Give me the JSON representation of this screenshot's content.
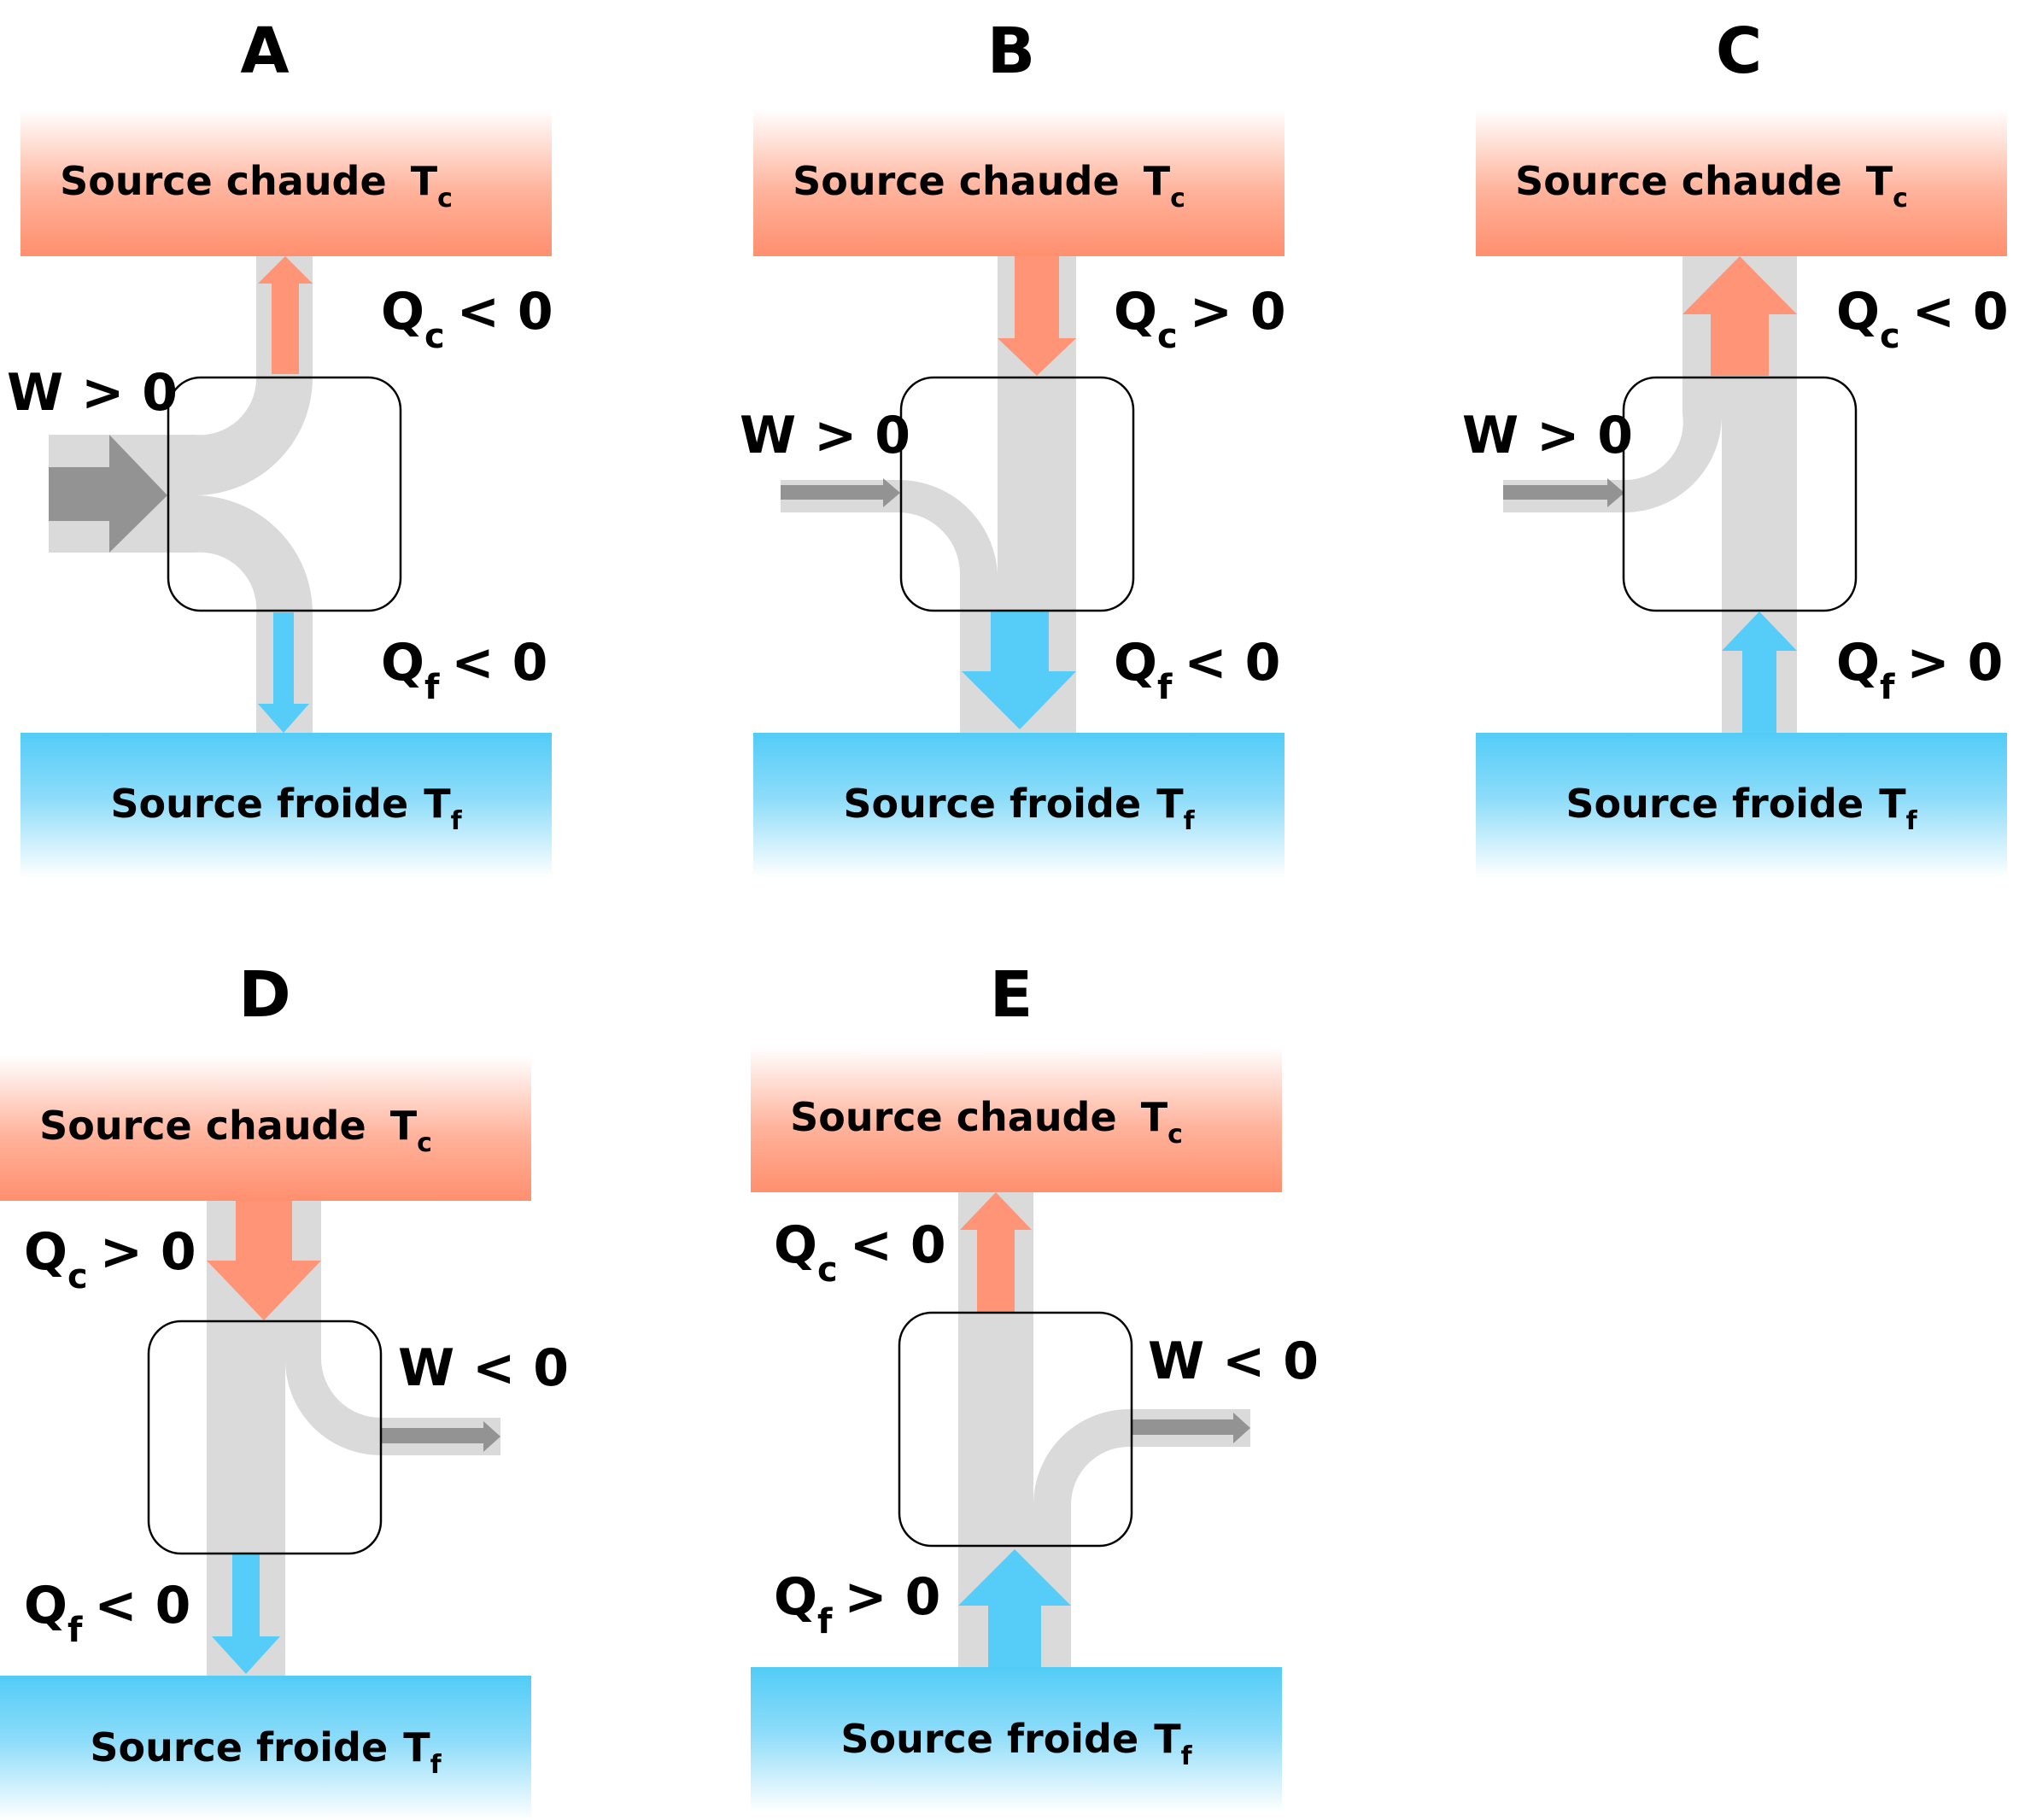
{
  "colors": {
    "hot": "#ff9476",
    "cold": "#55cdf8",
    "work": "#939393",
    "band": "#dadada",
    "engine_border": "#000000"
  },
  "panels": [
    {
      "letter": "A",
      "hot_label": "Source chaude",
      "cold_label": "Source froide",
      "t_hot": "T",
      "t_hot_sub": "c",
      "t_cold": "T",
      "t_cold_sub": "f",
      "qc": {
        "symbol": "Q",
        "sub": "c",
        "relation": "< 0",
        "direction": "to-hot"
      },
      "qf": {
        "symbol": "Q",
        "sub": "f",
        "relation": "< 0",
        "direction": "to-cold"
      },
      "w": {
        "label": "W > 0",
        "direction": "into-engine"
      }
    },
    {
      "letter": "B",
      "hot_label": "Source chaude",
      "cold_label": "Source froide",
      "t_hot": "T",
      "t_hot_sub": "c",
      "t_cold": "T",
      "t_cold_sub": "f",
      "qc": {
        "symbol": "Q",
        "sub": "c",
        "relation": "> 0",
        "direction": "to-engine"
      },
      "qf": {
        "symbol": "Q",
        "sub": "f",
        "relation": "< 0",
        "direction": "to-cold"
      },
      "w": {
        "label": "W > 0",
        "direction": "into-engine"
      }
    },
    {
      "letter": "C",
      "hot_label": "Source chaude",
      "cold_label": "Source froide",
      "t_hot": "T",
      "t_hot_sub": "c",
      "t_cold": "T",
      "t_cold_sub": "f",
      "qc": {
        "symbol": "Q",
        "sub": "c",
        "relation": "< 0",
        "direction": "to-hot"
      },
      "qf": {
        "symbol": "Q",
        "sub": "f",
        "relation": "> 0",
        "direction": "to-engine"
      },
      "w": {
        "label": "W > 0",
        "direction": "into-engine"
      }
    },
    {
      "letter": "D",
      "hot_label": "Source chaude",
      "cold_label": "Source froide",
      "t_hot": "T",
      "t_hot_sub": "c",
      "t_cold": "T",
      "t_cold_sub": "f",
      "qc": {
        "symbol": "Q",
        "sub": "c",
        "relation": "> 0",
        "direction": "to-engine"
      },
      "qf": {
        "symbol": "Q",
        "sub": "f",
        "relation": "< 0",
        "direction": "to-cold"
      },
      "w": {
        "label": "W < 0",
        "direction": "out-of-engine"
      }
    },
    {
      "letter": "E",
      "hot_label": "Source chaude",
      "cold_label": "Source froide",
      "t_hot": "T",
      "t_hot_sub": "c",
      "t_cold": "T",
      "t_cold_sub": "f",
      "qc": {
        "symbol": "Q",
        "sub": "c",
        "relation": "< 0",
        "direction": "to-hot"
      },
      "qf": {
        "symbol": "Q",
        "sub": "f",
        "relation": "> 0",
        "direction": "to-engine"
      },
      "w": {
        "label": "W < 0",
        "direction": "out-of-engine"
      }
    }
  ]
}
